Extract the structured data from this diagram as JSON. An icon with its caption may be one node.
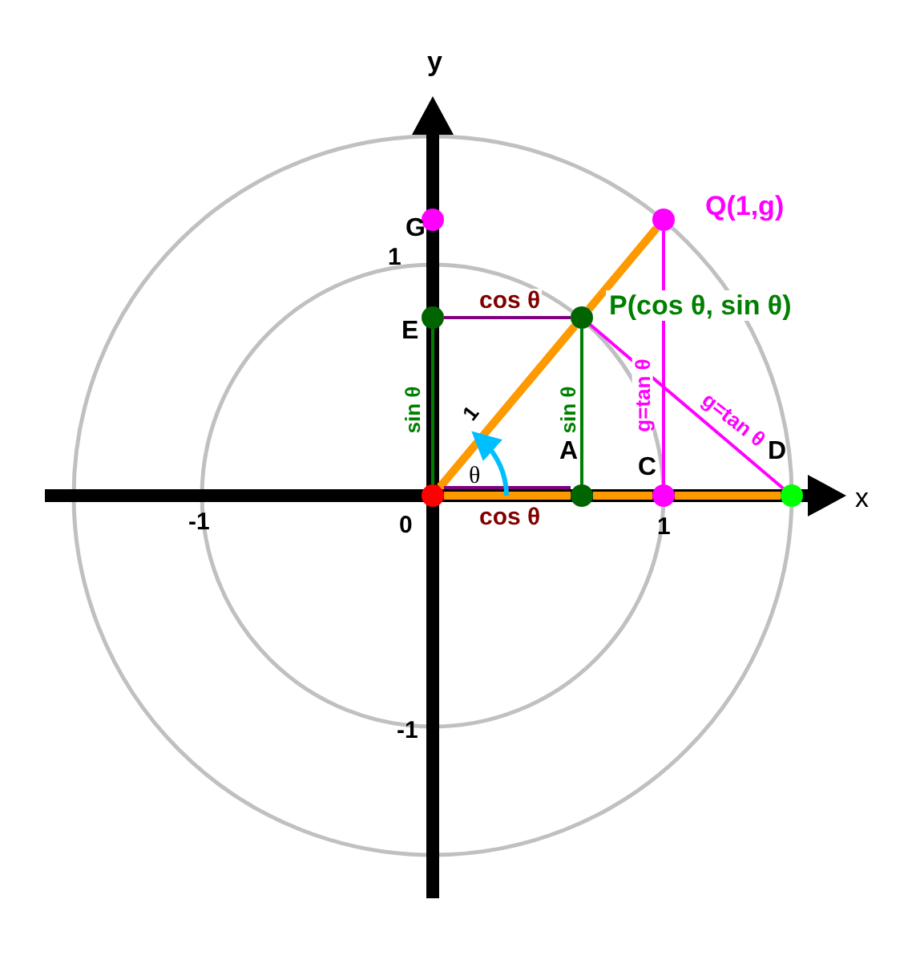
{
  "diagram": {
    "nodes": [
      {
        "text": [],
        "shape": "circle"
      },
      {
        "text": [],
        "shape": "circle",
        "beside": [
          "A"
        ]
      },
      {
        "text": [],
        "shape": "circle",
        "beside": [
          "C"
        ]
      },
      {
        "text": [],
        "shape": "circle",
        "beside": [
          "D"
        ]
      },
      {
        "text": [],
        "shape": "circle",
        "beside": [
          "E"
        ]
      },
      {
        "text": [],
        "shape": "circle",
        "beside": [
          "G"
        ]
      },
      {
        "text": [],
        "shape": "circle",
        "beside": [
          "P(cos θ, sin θ)"
        ]
      },
      {
        "text": [],
        "shape": "circle",
        "beside": [
          "Q(1,g)"
        ]
      }
    ],
    "edges": [
      {
        "from": 0,
        "to": 6,
        "arrow": "none",
        "label": "1",
        "style": "thick",
        "color": "#ff9900"
      },
      {
        "from": 6,
        "to": 7,
        "arrow": "none",
        "style": "thick",
        "color": "#ff9900"
      },
      {
        "from": 0,
        "to": 1,
        "arrow": "none",
        "style": "thick",
        "color": "#ff9900"
      },
      {
        "from": 1,
        "to": 2,
        "arrow": "none",
        "style": "thick",
        "color": "#ff9900"
      },
      {
        "from": 2,
        "to": 3,
        "arrow": "none",
        "style": "thick",
        "color": "#ff9900"
      },
      {
        "from": 0,
        "to": 1,
        "arrow": "none",
        "label": "cos θ",
        "color": "#800080"
      },
      {
        "from": 4,
        "to": 6,
        "arrow": "none",
        "label": "cos θ",
        "color": "#800080"
      },
      {
        "from": 0,
        "to": 4,
        "arrow": "none",
        "label": "sin θ",
        "color": "#008000"
      },
      {
        "from": 1,
        "to": 6,
        "arrow": "none",
        "label": "sin θ",
        "color": "#008000"
      },
      {
        "from": 2,
        "to": 7,
        "arrow": "none",
        "label": "g=tan θ",
        "color": "#ff00ff"
      },
      {
        "from": 6,
        "to": 3,
        "arrow": "none",
        "label": "g=tan θ",
        "color": "#ff00ff"
      }
    ],
    "labels": [
      "y",
      "1",
      "θ",
      "x",
      "0",
      "1",
      "-1",
      "-1"
    ]
  }
}
